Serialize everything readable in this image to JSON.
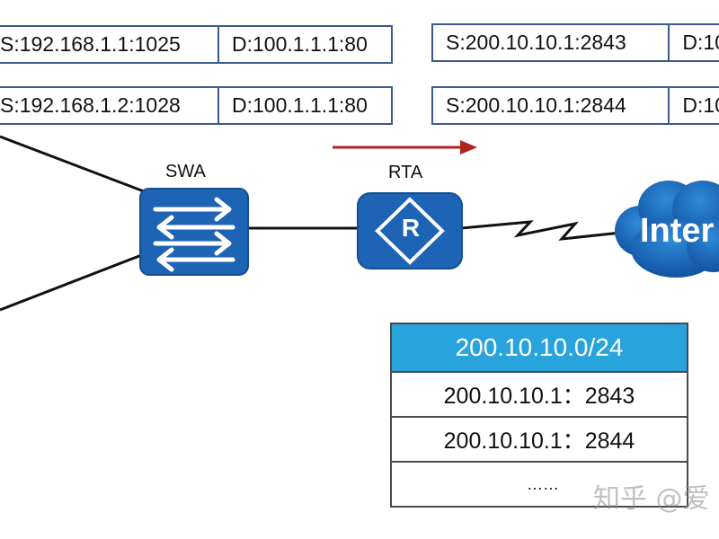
{
  "packets_left": [
    {
      "src": "S:192.168.1.1:1025",
      "dst": "D:100.1.1.1:80"
    },
    {
      "src": "S:192.168.1.2:1028",
      "dst": "D:100.1.1.1:80"
    }
  ],
  "packets_right": [
    {
      "src": "S:200.10.10.1:2843",
      "dst": "D:10"
    },
    {
      "src": "S:200.10.10.1:2844",
      "dst": "D:10"
    }
  ],
  "devices": {
    "switch_label": "SWA",
    "router_label": "RTA",
    "router_symbol": "R",
    "cloud_label": "Inter"
  },
  "nat_table": {
    "header": "200.10.10.0/24",
    "rows": [
      "200.10.10.1：2843",
      "200.10.10.1：2844",
      "……"
    ]
  },
  "watermark": "知乎 @爱",
  "colors": {
    "device_blue": "#1e64b4",
    "table_header": "#29a3db",
    "arrow_red": "#b22222"
  }
}
